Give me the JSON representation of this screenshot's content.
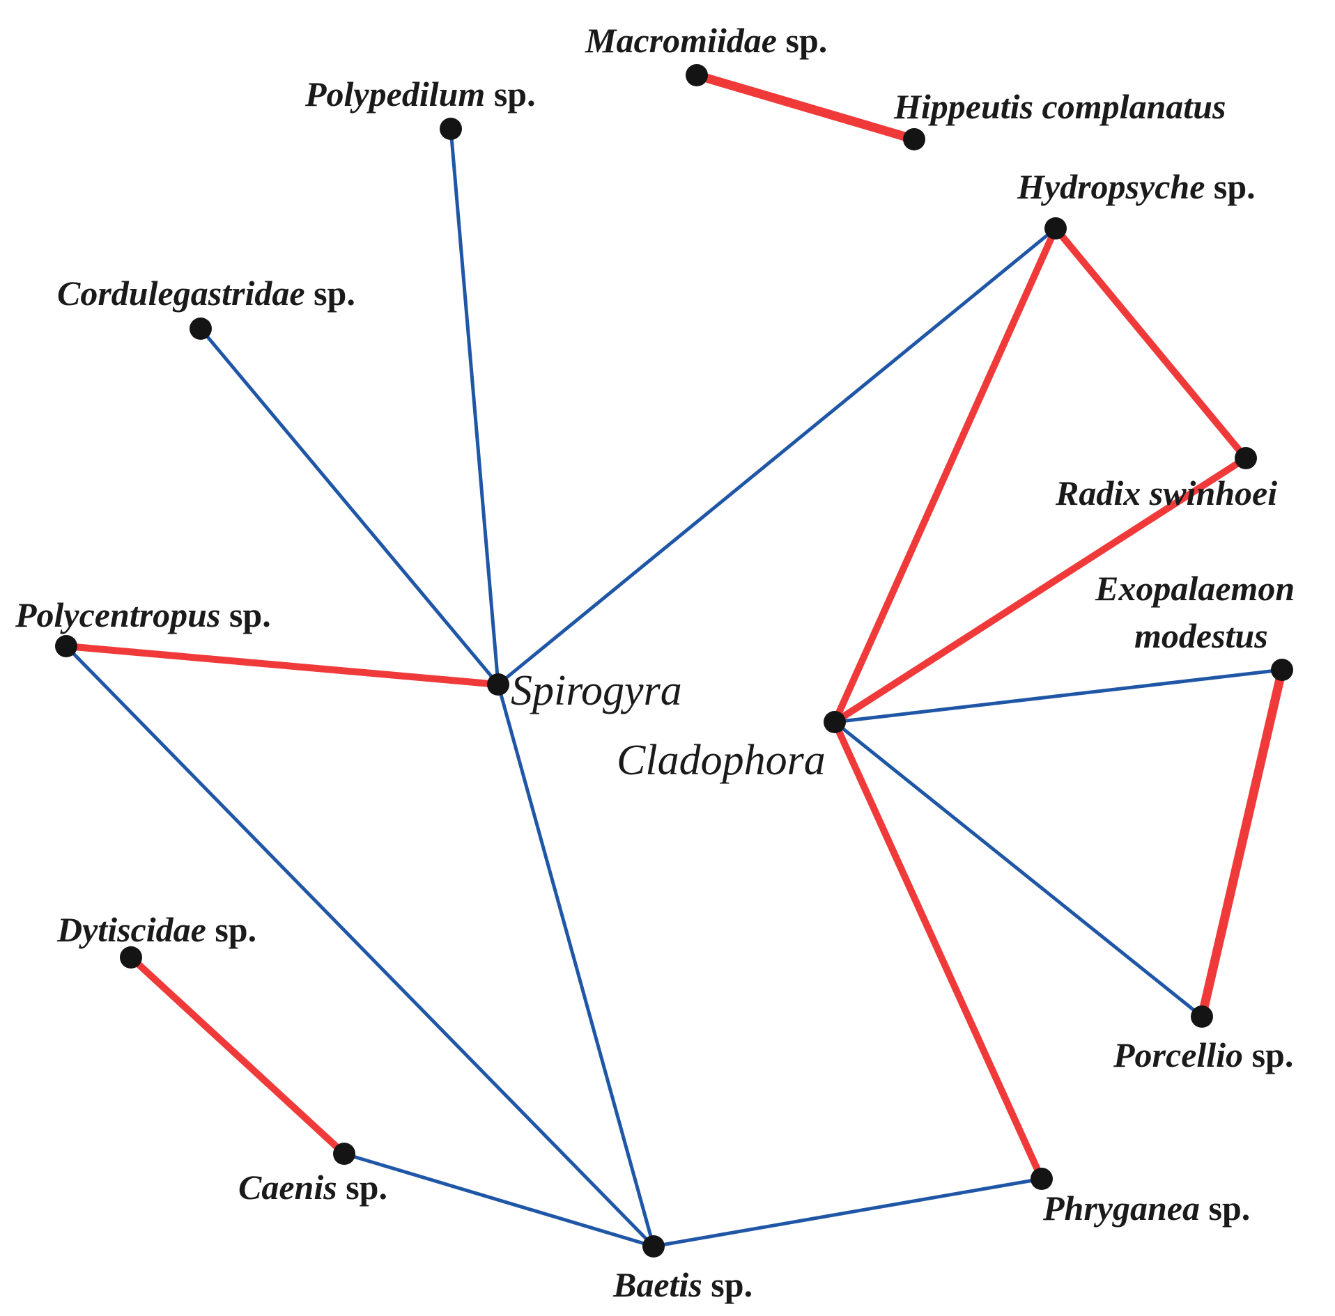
{
  "colors": {
    "negative_edge": "#f03a3a",
    "positive_edge": "#1f56a6",
    "node": "#141414",
    "background": "#ffffff"
  },
  "nodes": {
    "macromiidae": {
      "italic": "Macromiidae",
      "suffix": " sp."
    },
    "hippeutis": {
      "italic": "Hippeutis complanatus",
      "suffix": ""
    },
    "polypedilum": {
      "italic": "Polypedilum",
      "suffix": " sp."
    },
    "hydropsyche": {
      "italic": "Hydropsyche",
      "suffix": " sp."
    },
    "cordulegastridae": {
      "italic": "Cordulegastridae",
      "suffix": " sp."
    },
    "radix": {
      "italic": "Radix swinhoei",
      "suffix": ""
    },
    "exopalaemon": {
      "italic_line1": "Exopalaemon",
      "italic_line2": "modestus"
    },
    "polycentropus": {
      "italic": "Polycentropus",
      "suffix": " sp."
    },
    "spirogyra": {
      "label": "Spirogyra"
    },
    "cladophora": {
      "label": "Cladophora"
    },
    "dytiscidae": {
      "italic": "Dytiscidae",
      "suffix": " sp."
    },
    "porcellio": {
      "italic": "Porcellio",
      "suffix": " sp."
    },
    "caenis": {
      "italic": "Caenis",
      "suffix": " sp."
    },
    "phryganea": {
      "italic": "Phryganea",
      "suffix": " sp."
    },
    "baetis": {
      "italic": "Baetis",
      "suffix": " sp."
    }
  },
  "edges": [
    {
      "from": "macromiidae",
      "to": "hippeutis",
      "sign": "negative",
      "weight": "strong"
    },
    {
      "from": "hydropsyche",
      "to": "radix",
      "sign": "negative",
      "weight": "normal"
    },
    {
      "from": "hydropsyche",
      "to": "cladophora",
      "sign": "negative",
      "weight": "normal"
    },
    {
      "from": "radix",
      "to": "cladophora",
      "sign": "negative",
      "weight": "normal"
    },
    {
      "from": "polycentropus",
      "to": "spirogyra",
      "sign": "negative",
      "weight": "normal"
    },
    {
      "from": "dytiscidae",
      "to": "caenis",
      "sign": "negative",
      "weight": "normal"
    },
    {
      "from": "exopalaemon",
      "to": "porcellio",
      "sign": "negative",
      "weight": "strong"
    },
    {
      "from": "cladophora",
      "to": "phryganea",
      "sign": "negative",
      "weight": "normal"
    },
    {
      "from": "polypedilum",
      "to": "spirogyra",
      "sign": "positive",
      "weight": "normal"
    },
    {
      "from": "cordulegastridae",
      "to": "spirogyra",
      "sign": "positive",
      "weight": "normal"
    },
    {
      "from": "spirogyra",
      "to": "hydropsyche",
      "sign": "positive",
      "weight": "normal"
    },
    {
      "from": "spirogyra",
      "to": "baetis",
      "sign": "positive",
      "weight": "normal"
    },
    {
      "from": "polycentropus",
      "to": "baetis",
      "sign": "positive",
      "weight": "normal"
    },
    {
      "from": "caenis",
      "to": "baetis",
      "sign": "positive",
      "weight": "normal"
    },
    {
      "from": "baetis",
      "to": "phryganea",
      "sign": "positive",
      "weight": "normal"
    },
    {
      "from": "cladophora",
      "to": "exopalaemon",
      "sign": "positive",
      "weight": "normal"
    },
    {
      "from": "cladophora",
      "to": "porcellio",
      "sign": "positive",
      "weight": "normal"
    }
  ]
}
